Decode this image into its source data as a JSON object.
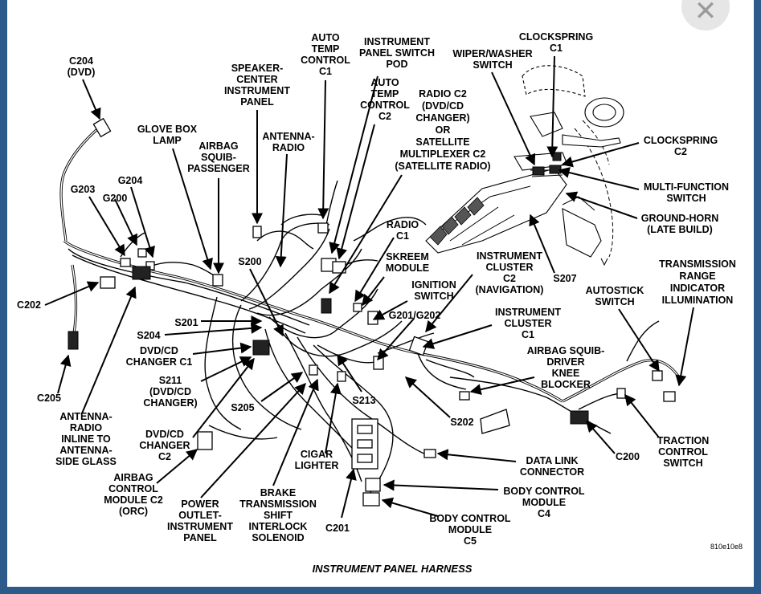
{
  "figure_id": "810e10e8",
  "caption": "INSTRUMENT PANEL HARNESS",
  "labels": {
    "c204": [
      "C204",
      "(DVD)"
    ],
    "glove_box_lamp": [
      "GLOVE BOX",
      "LAMP"
    ],
    "airbag_squib_passenger": [
      "AIRBAG",
      "SQUIB-",
      "PASSENGER"
    ],
    "speaker_center": [
      "SPEAKER-",
      "CENTER",
      "INSTRUMENT",
      "PANEL"
    ],
    "auto_temp_c1": [
      "AUTO",
      "TEMP",
      "CONTROL",
      "C1"
    ],
    "instrument_panel_switch_pod": [
      "INSTRUMENT",
      "PANEL SWITCH",
      "POD"
    ],
    "auto_temp_c2": [
      "AUTO",
      "TEMP",
      "CONTROL",
      "C2"
    ],
    "radio_c2": [
      "RADIO C2",
      "(DVD/CD",
      "CHANGER)",
      "OR",
      "SATELLITE",
      "MULTIPLEXER C2",
      "(SATELLITE RADIO)"
    ],
    "wiper_washer_switch": [
      "WIPER/WASHER",
      "SWITCH"
    ],
    "clockspring_c1": [
      "CLOCKSPRING",
      "C1"
    ],
    "clockspring_c2": [
      "CLOCKSPRING",
      "C2"
    ],
    "multi_function_switch": [
      "MULTI-FUNCTION",
      "SWITCH"
    ],
    "ground_horn": [
      "GROUND-HORN",
      "(LATE BUILD)"
    ],
    "g203": [
      "G203"
    ],
    "g204": [
      "G204"
    ],
    "g200": [
      "G200"
    ],
    "antenna_radio": [
      "ANTENNA-",
      "RADIO"
    ],
    "s200": [
      "S200"
    ],
    "radio_c1": [
      "RADIO",
      "C1"
    ],
    "skreem_module": [
      "SKREEM",
      "MODULE"
    ],
    "instrument_cluster_c2": [
      "INSTRUMENT",
      "CLUSTER",
      "C2",
      "(NAVIGATION)"
    ],
    "s207": [
      "S207"
    ],
    "transmission_range": [
      "TRANSMISSION",
      "RANGE",
      "INDICATOR",
      "ILLUMINATION"
    ],
    "autostick_switch": [
      "AUTOSTICK",
      "SWITCH"
    ],
    "c202": [
      "C202"
    ],
    "s201": [
      "S201"
    ],
    "s204": [
      "S204"
    ],
    "ignition_switch": [
      "IGNITION",
      "SWITCH"
    ],
    "g201_g202": [
      "G201/G202"
    ],
    "instrument_cluster_c1": [
      "INSTRUMENT",
      "CLUSTER",
      "C1"
    ],
    "dvd_cd_changer_c1": [
      "DVD/CD",
      "CHANGER C1"
    ],
    "s211": [
      "S211",
      "(DVD/CD",
      "CHANGER)"
    ],
    "airbag_squib_driver": [
      "AIRBAG SQUIB-",
      "DRIVER",
      "KNEE",
      "BLOCKER"
    ],
    "c205": [
      "C205"
    ],
    "s205": [
      "S205"
    ],
    "s213": [
      "S213"
    ],
    "s202": [
      "S202"
    ],
    "antenna_radio_inline": [
      "ANTENNA-",
      "RADIO",
      "INLINE TO",
      "ANTENNA-",
      "SIDE GLASS"
    ],
    "dvd_cd_changer_c2": [
      "DVD/CD",
      "CHANGER",
      "C2"
    ],
    "cigar_lighter": [
      "CIGAR",
      "LIGHTER"
    ],
    "c200": [
      "C200"
    ],
    "traction_control": [
      "TRACTION",
      "CONTROL",
      "SWITCH"
    ],
    "airbag_control_module": [
      "AIRBAG",
      "CONTROL",
      "MODULE C2",
      "(ORC)"
    ],
    "power_outlet": [
      "POWER",
      "OUTLET-",
      "INSTRUMENT",
      "PANEL"
    ],
    "brake_transmission": [
      "BRAKE",
      "TRANSMISSION",
      "SHIFT",
      "INTERLOCK",
      "SOLENOID"
    ],
    "c201": [
      "C201"
    ],
    "data_link_connector": [
      "DATA LINK",
      "CONNECTOR"
    ],
    "body_control_c4": [
      "BODY CONTROL",
      "MODULE",
      "C4"
    ],
    "body_control_c5": [
      "BODY CONTROL",
      "MODULE",
      "C5"
    ]
  }
}
